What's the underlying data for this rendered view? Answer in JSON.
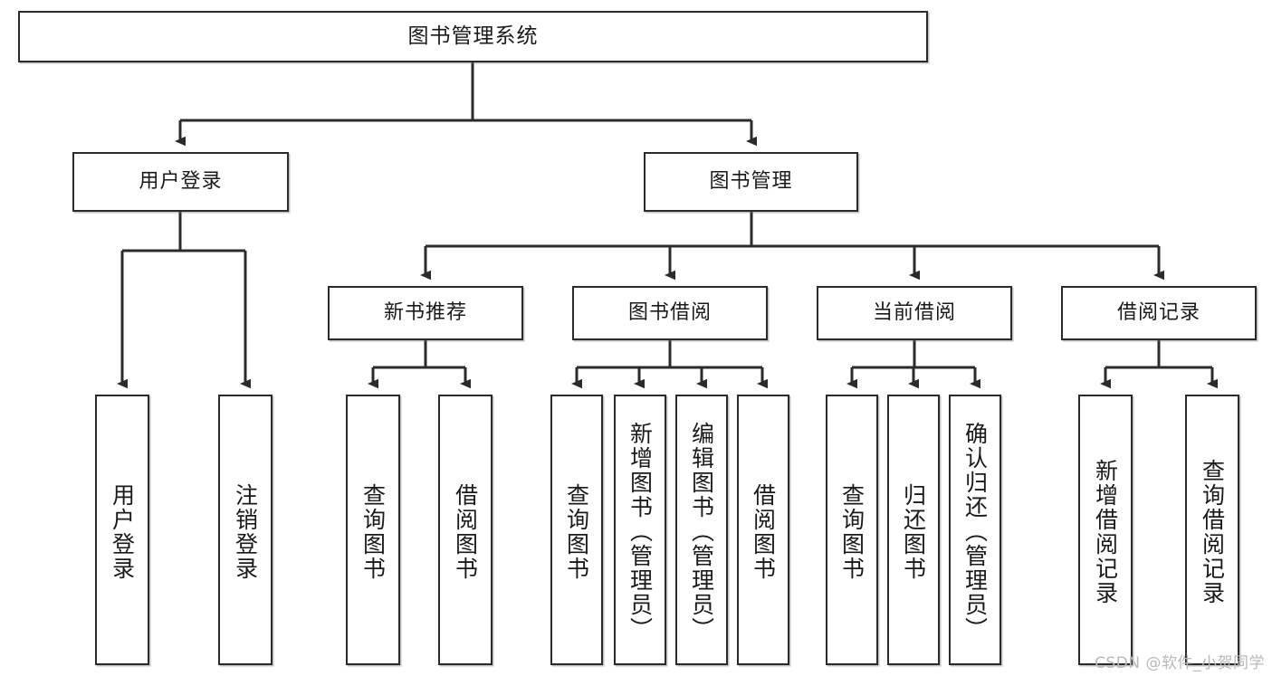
{
  "diagram": {
    "type": "tree",
    "title": "图书管理系统",
    "watermark": "CSDN @软件_小贺同学",
    "colors": {
      "box_border": "#2b2b2b",
      "box_fill": "#ffffff",
      "connector": "#2b2b2b",
      "watermark": "#b9b9b9",
      "background": "#ffffff"
    },
    "root": {
      "id": "root",
      "label": "图书管理系统"
    },
    "level2": [
      {
        "id": "user-login",
        "label": "用户登录"
      },
      {
        "id": "book-management",
        "label": "图书管理"
      }
    ],
    "level3": [
      {
        "id": "new-book-recommend",
        "label": "新书推荐",
        "parent": "book-management"
      },
      {
        "id": "book-borrow",
        "label": "图书借阅",
        "parent": "book-management"
      },
      {
        "id": "current-borrow",
        "label": "当前借阅",
        "parent": "book-management"
      },
      {
        "id": "borrow-record",
        "label": "借阅记录",
        "parent": "book-management"
      }
    ],
    "leaves": [
      {
        "id": "leaf-user-login",
        "label": "用户登录",
        "parent": "user-login"
      },
      {
        "id": "leaf-logout-login",
        "label": "注销登录",
        "parent": "user-login"
      },
      {
        "id": "leaf-query-book-1",
        "label": "查询图书",
        "parent": "new-book-recommend"
      },
      {
        "id": "leaf-borrow-book-1",
        "label": "借阅图书",
        "parent": "new-book-recommend"
      },
      {
        "id": "leaf-query-book-2",
        "label": "查询图书",
        "parent": "book-borrow"
      },
      {
        "id": "leaf-add-book",
        "label": "新增图书（管理员）",
        "parent": "book-borrow"
      },
      {
        "id": "leaf-edit-book",
        "label": "编辑图书（管理员）",
        "parent": "book-borrow"
      },
      {
        "id": "leaf-borrow-book-2",
        "label": "借阅图书",
        "parent": "book-borrow"
      },
      {
        "id": "leaf-query-book-3",
        "label": "查询图书",
        "parent": "current-borrow"
      },
      {
        "id": "leaf-return-book",
        "label": "归还图书",
        "parent": "current-borrow"
      },
      {
        "id": "leaf-confirm-return",
        "label": "确认归还（管理员）",
        "parent": "current-borrow"
      },
      {
        "id": "leaf-add-record",
        "label": "新增借阅记录",
        "parent": "borrow-record"
      },
      {
        "id": "leaf-query-record",
        "label": "查询借阅记录",
        "parent": "borrow-record"
      }
    ]
  }
}
